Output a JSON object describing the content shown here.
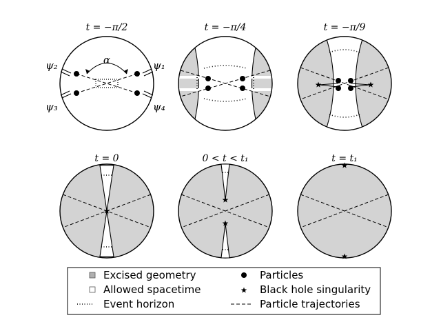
{
  "panels": [
    {
      "title": "t = −π/2"
    },
    {
      "title": "t = −π/4"
    },
    {
      "title": "t = −π/9"
    },
    {
      "title": "t = 0"
    },
    {
      "title": "0 < t < t₁"
    },
    {
      "title": "t = t₁"
    }
  ],
  "labels": {
    "psi1": "ψ₁",
    "psi2": "ψ₂",
    "psi3": "ψ₃",
    "psi4": "ψ₄",
    "alpha": "α"
  },
  "legend": {
    "excised": "Excised geometry",
    "allowed": "Allowed spacetime",
    "horizon": "Event horizon",
    "particles": "Particles",
    "singularity": "Black hole singularity",
    "trajectories": "Particle trajectories"
  },
  "colors": {
    "excised_fill": "#d3d3d3",
    "stroke": "#000000",
    "background": "#ffffff"
  }
}
